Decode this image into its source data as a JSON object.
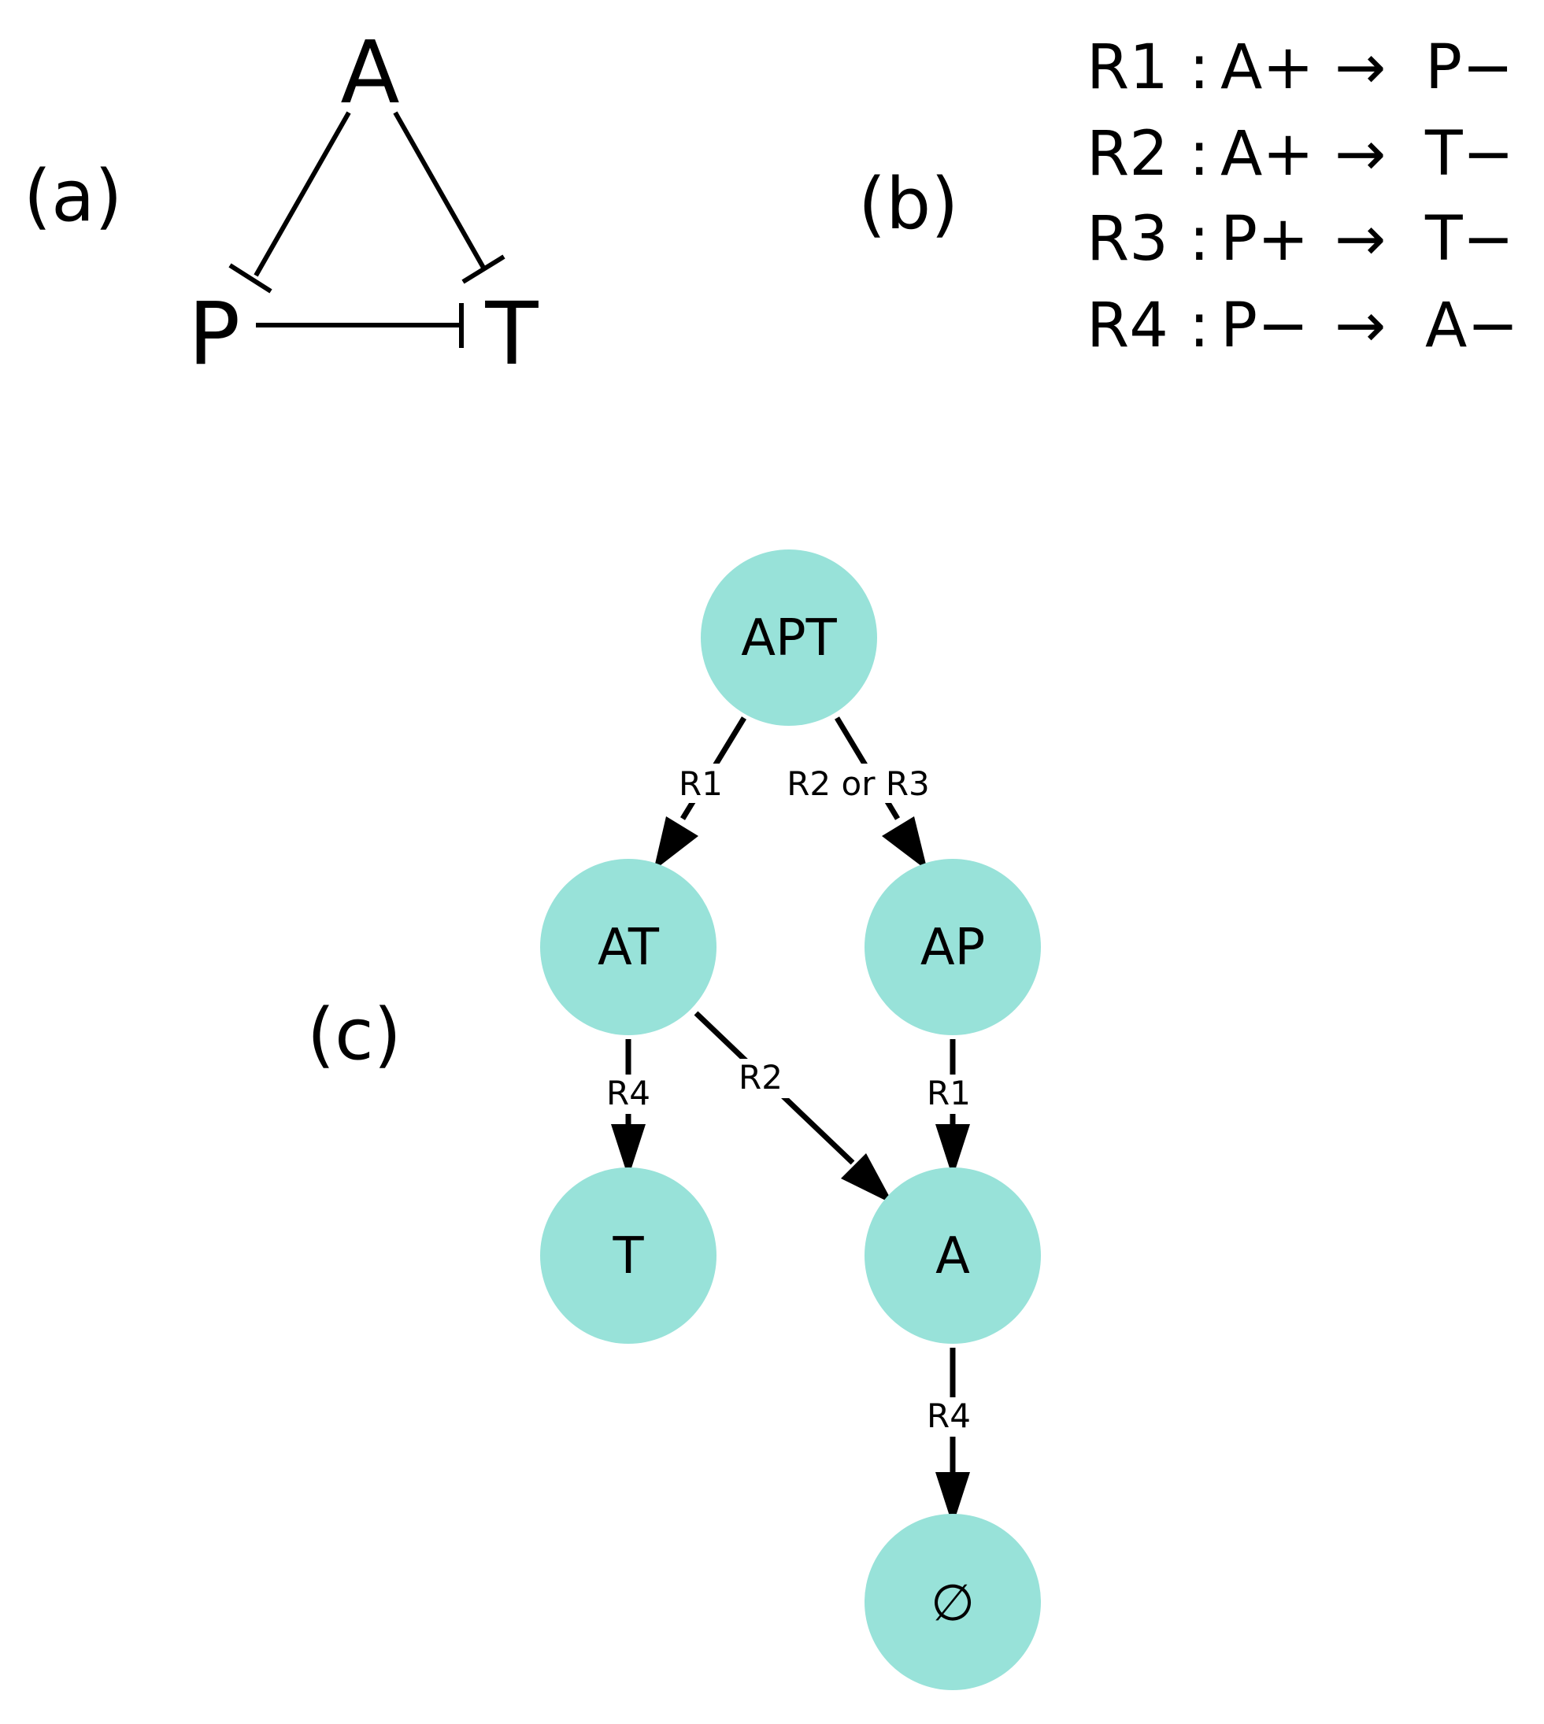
{
  "panels": {
    "a": "(a)",
    "b": "(b)",
    "c": "(c)"
  },
  "panel_a": {
    "nodes": {
      "A": "A",
      "P": "P",
      "T": "T"
    }
  },
  "panel_b": {
    "rules": [
      {
        "name": "R1",
        "sep": ":",
        "lhs": "A+",
        "arrow": "→",
        "rhs": "P−"
      },
      {
        "name": "R2",
        "sep": ":",
        "lhs": "A+",
        "arrow": "→",
        "rhs": "T−"
      },
      {
        "name": "R3",
        "sep": ":",
        "lhs": "P+",
        "arrow": "→",
        "rhs": "T−"
      },
      {
        "name": "R4",
        "sep": ":",
        "lhs": "P−",
        "arrow": "→",
        "rhs": "A−"
      }
    ]
  },
  "panel_c": {
    "node_color": "#98e2d9",
    "nodes": {
      "APT": "APT",
      "AT": "AT",
      "AP": "AP",
      "T": "T",
      "A": "A",
      "empty": "∅"
    },
    "edges": {
      "APT_AT": "R1",
      "APT_AP": "R2 or R3",
      "AT_T": "R4",
      "AT_A": "R2",
      "AP_A": "R1",
      "A_empty": "R4"
    }
  }
}
